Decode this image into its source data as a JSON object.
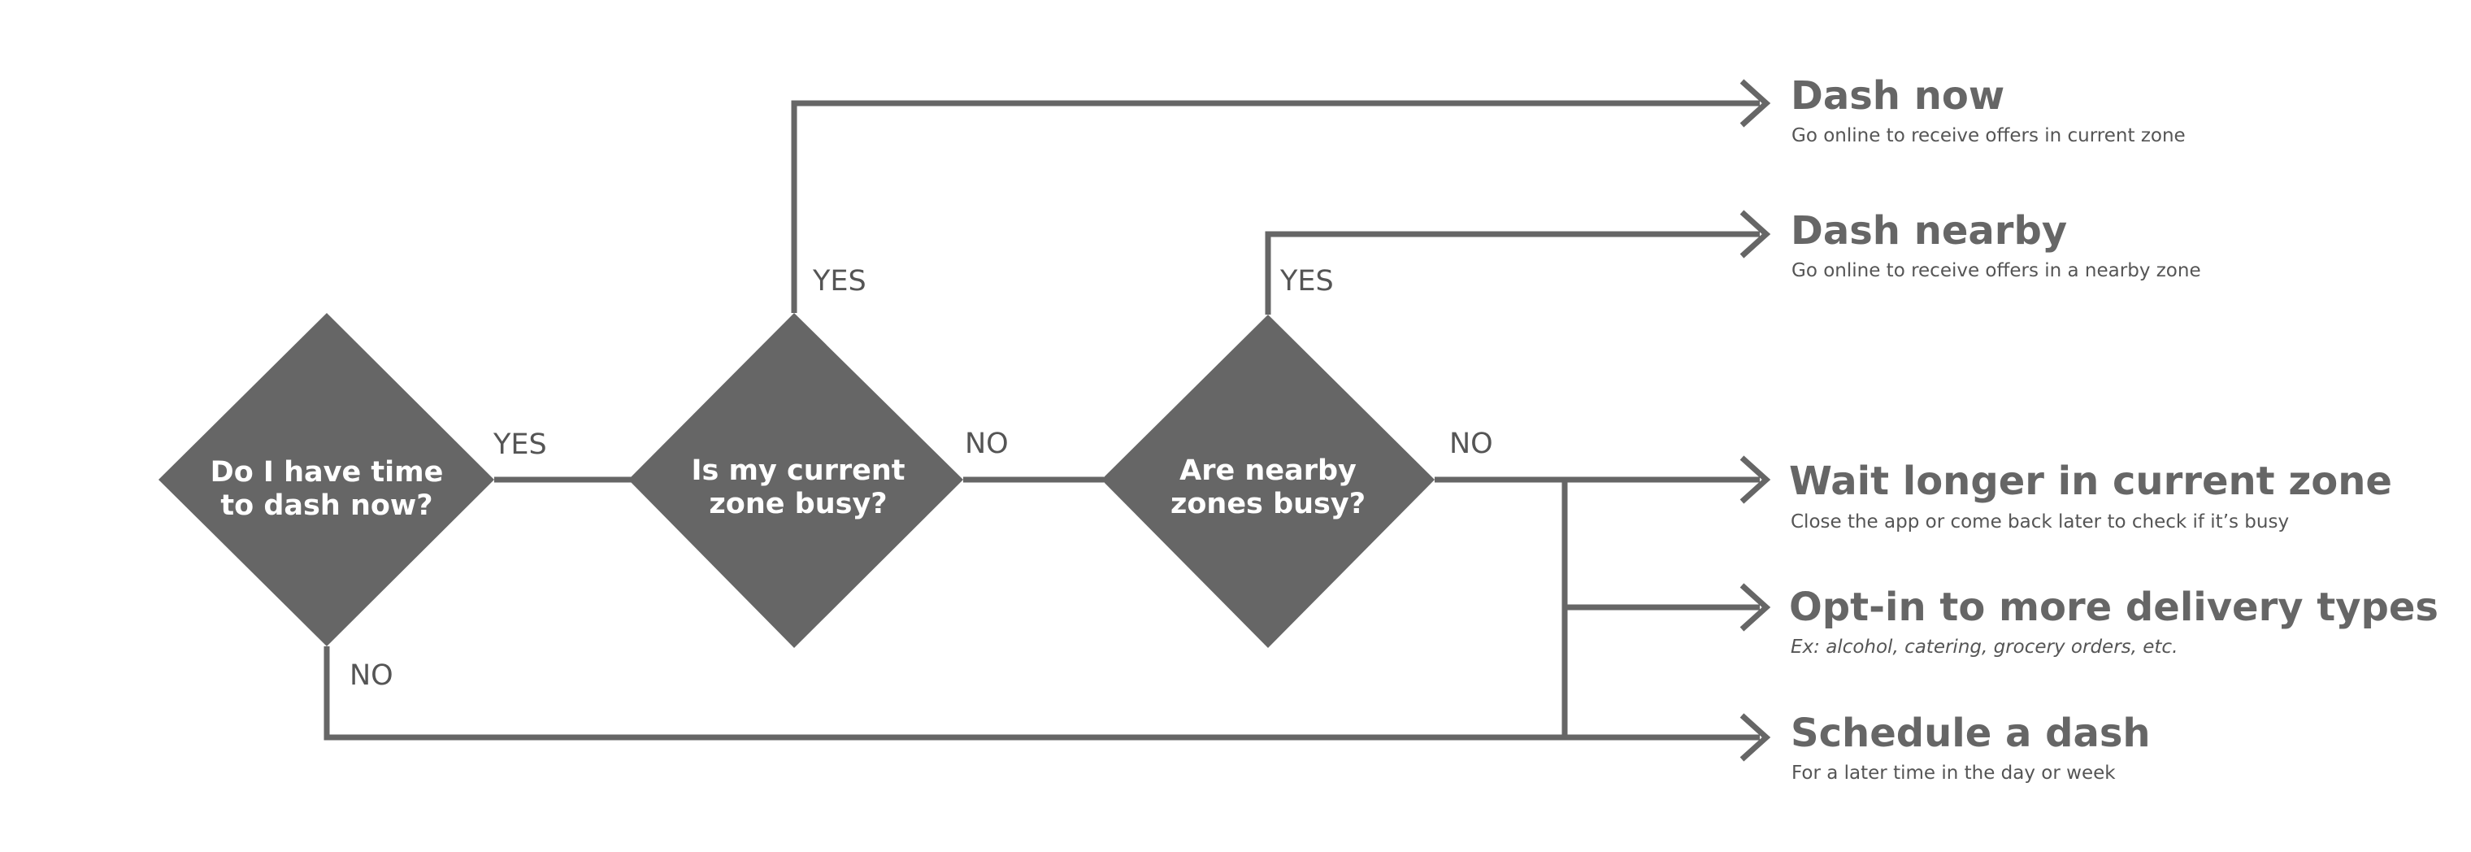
{
  "colors": {
    "diamond_fill": "#666666",
    "connector": "#666666",
    "label_text": "#555555",
    "title_text": "#666666",
    "background": "#ffffff"
  },
  "decisions": [
    {
      "line1": "Do I have time",
      "line2": "to dash now?"
    },
    {
      "line1": "Is my current",
      "line2": "zone busy?"
    },
    {
      "line1": "Are nearby",
      "line2": "zones busy?"
    }
  ],
  "branches": {
    "d1_yes": "YES",
    "d1_no": "NO",
    "d2_yes": "YES",
    "d2_no": "NO",
    "d3_yes": "YES",
    "d3_no": "NO"
  },
  "outcomes": [
    {
      "title": "Dash now",
      "description": "Go online to receive offers in current zone"
    },
    {
      "title": "Dash nearby",
      "description": "Go online to receive offers in a nearby zone"
    },
    {
      "title": "Wait longer in current zone",
      "description": "Close the app or come back later to check if it’s busy"
    },
    {
      "title": "Opt-in to more delivery types",
      "description": "Ex: alcohol, catering, grocery orders, etc."
    },
    {
      "title": "Schedule a dash",
      "description": "For a later time in the day or week"
    }
  ]
}
